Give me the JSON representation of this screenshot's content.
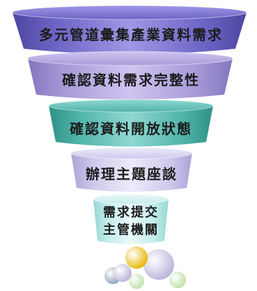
{
  "funnel": {
    "tiers": [
      {
        "lines": [
          "多元管道彙集產業資料需求"
        ],
        "color": "#6b64c4",
        "light": "#9e98e6",
        "dark": "#4d47a0"
      },
      {
        "lines": [
          "確認資料需求完整性"
        ],
        "color": "#a79ad8",
        "light": "#cfc4f0",
        "dark": "#8476bd"
      },
      {
        "lines": [
          "確認資料開放狀態"
        ],
        "color": "#4fb3aa",
        "light": "#8fd8d1",
        "dark": "#2f9188"
      },
      {
        "lines": [
          "辦理主題座談"
        ],
        "color": "#cec9ec",
        "light": "#ecebfa",
        "dark": "#aaa3d6"
      },
      {
        "lines": [
          "需求提交",
          "主管機關"
        ],
        "color": "#c2ecea",
        "light": "#eaf9f8",
        "dark": "#95d6d2"
      }
    ]
  },
  "decoration": {
    "name": "molecule-cluster",
    "colors": [
      "#e6b800",
      "#b9b4d9",
      "#bfe0a8",
      "#8ea0b8"
    ]
  }
}
